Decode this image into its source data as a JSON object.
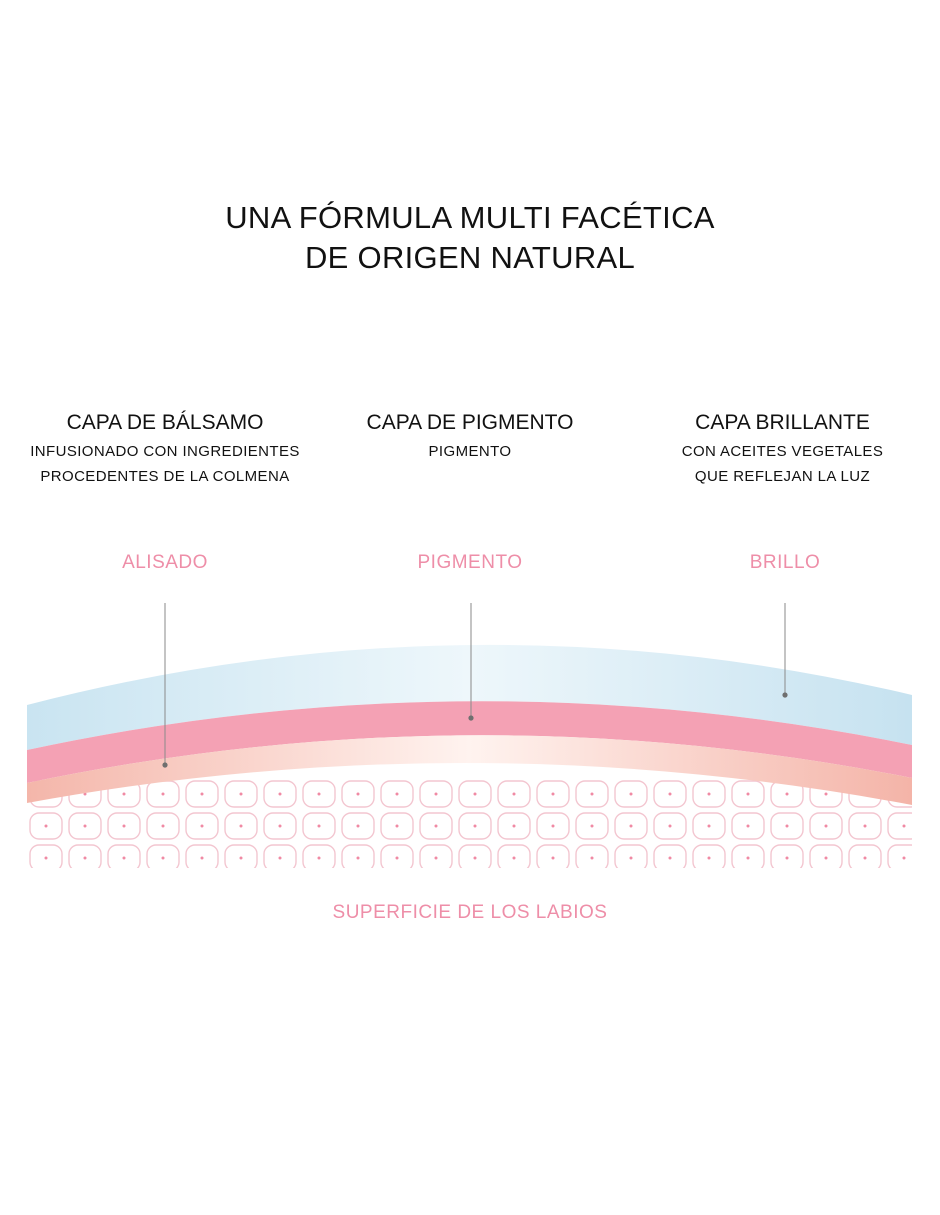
{
  "title": {
    "line1": "UNA FÓRMULA MULTI FACÉTICA",
    "line2": "DE ORIGEN NATURAL"
  },
  "columns": [
    {
      "heading": "CAPA DE BÁLSAMO",
      "lines": [
        "INFUSIONADO CON INGREDIENTES",
        "PROCEDENTES DE LA COLMENA"
      ]
    },
    {
      "heading": "CAPA DE PIGMENTO",
      "lines": [
        "PIGMENTO"
      ]
    },
    {
      "heading": "CAPA BRILLANTE",
      "lines": [
        "CON ACEITES VEGETALES",
        "QUE REFLEJAN LA LUZ"
      ]
    }
  ],
  "callouts": [
    "ALISADO",
    "PIGMENTO",
    "BRILLO"
  ],
  "surface_label": "SUPERFICIE DE LOS LABIOS",
  "colors": {
    "text": "#111111",
    "accent_pink": "#ee8ea8",
    "shine_layer": "#cfe7f3",
    "pigment_layer": "#f4a1b4",
    "balm_layer": "#f7c3b8",
    "cell_outline": "#f3c6d0",
    "leader_line": "#8a8a8a"
  }
}
